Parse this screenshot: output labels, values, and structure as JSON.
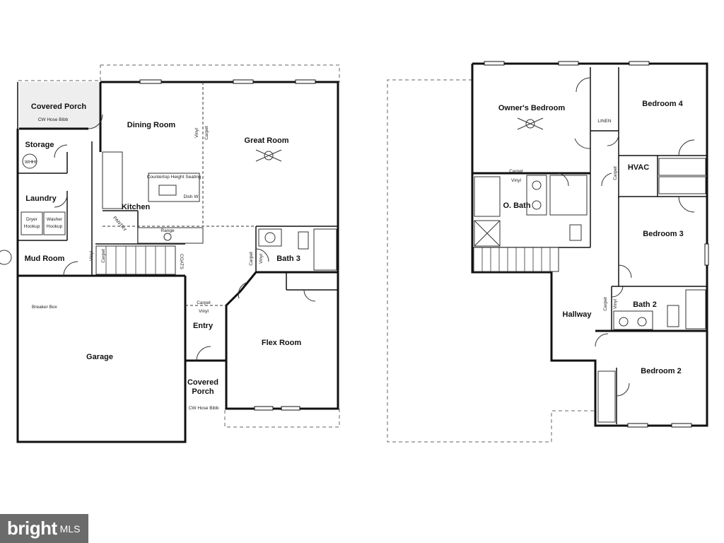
{
  "watermark": {
    "brand": "bright",
    "suffix": "MLS"
  },
  "first_floor": {
    "rooms": {
      "covered_porch_rear": "Covered Porch",
      "dining_room": "Dining Room",
      "great_room": "Great Room",
      "storage": "Storage",
      "laundry": "Laundry",
      "kitchen": "Kitchen",
      "mud_room": "Mud Room",
      "bath_3": "Bath 3",
      "garage": "Garage",
      "entry": "Entry",
      "flex_room": "Flex Room",
      "covered_porch_front": "Covered Porch"
    },
    "labels": {
      "hose_bibb_rear": "CW Hose Bibb",
      "wh": "WH",
      "ht": "Ht",
      "dryer": "Dryer",
      "washer": "Washer",
      "hookup": "Hookup",
      "pantry": "PANTRY",
      "countertop_seating": "Countertop Height Seating",
      "dish_w": "Dish W",
      "range": "Range",
      "coats": "COATS",
      "vinyl": "Vinyl",
      "carpet": "Carpet",
      "breaker_box": "Breaker Box",
      "hose_bibb_front": "CW Hose Bibb"
    }
  },
  "second_floor": {
    "rooms": {
      "owners_bedroom": "Owner's Bedroom",
      "bedroom_4": "Bedroom 4",
      "hvac": "HVAC",
      "o_bath": "O. Bath",
      "bedroom_3": "Bedroom 3",
      "hallway": "Hallway",
      "bath_2": "Bath 2",
      "bedroom_2": "Bedroom 2"
    },
    "labels": {
      "linen": "LINEN",
      "carpet": "Carpet",
      "vinyl": "Vinyl"
    }
  }
}
